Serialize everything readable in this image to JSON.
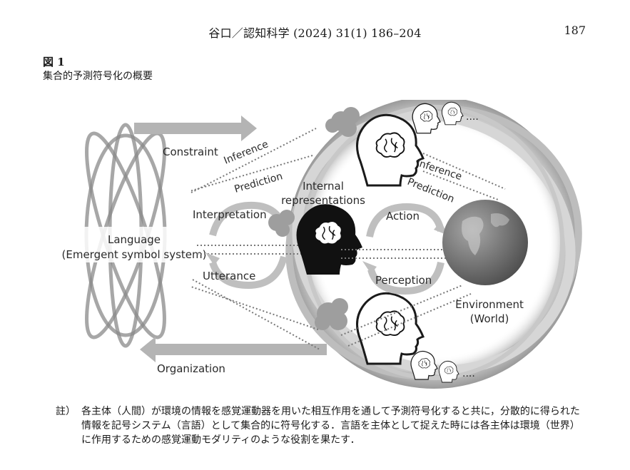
{
  "header": {
    "running_head": "谷口／認知科学 (2024) 31(1) 186–204",
    "page_number": "187"
  },
  "figure": {
    "label": "図 1",
    "caption": "集合的予測符号化の概要",
    "labels": {
      "constraint": "Constraint",
      "organization": "Organization",
      "inference_left": "Inference",
      "prediction_left": "Prediction",
      "interpretation": "Interpretation",
      "utterance": "Utterance",
      "internal_1": "Internal",
      "internal_2": "representations",
      "inference_right": "Inference",
      "prediction_right": "Prediction",
      "action": "Action",
      "perception": "Perception",
      "language_1": "Language",
      "language_2": "(Emergent symbol system)",
      "environment_1": "Environment",
      "environment_2": "(World)",
      "dots_top": "····",
      "dots_bottom": "····"
    },
    "icons": [
      "language-knot-icon",
      "head-brain-icon",
      "thought-cloud-icon",
      "globe-icon",
      "cycle-arrow-icon"
    ]
  },
  "note": {
    "mark": "註）",
    "text": "各主体（人間）が環境の情報を感覚運動器を用いた相互作用を通して予測符号化すると共に，分散的に得られた情報を記号システム（言語）として集合的に符号化する．言語を主体として捉えた時には各主体は環境（世界）に作用するための感覚運動モダリティのような役割を果たす．"
  },
  "colors": {
    "text": "#1a1a1a",
    "arrow_gray": "#b4b4b4",
    "dark_head": "#111111",
    "globe": "#6e6e6e"
  }
}
